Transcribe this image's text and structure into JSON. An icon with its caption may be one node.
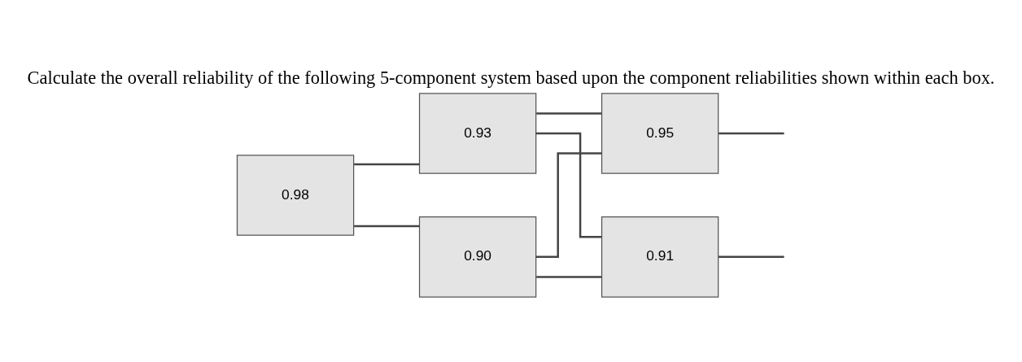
{
  "diagram": {
    "title": "Calculate the overall reliability of the following 5-component system based upon the component reliabilities shown within each box.",
    "nodes": [
      {
        "text": [
          "0.98"
        ]
      },
      {
        "text": [
          "0.93"
        ]
      },
      {
        "text": [
          "0.90"
        ]
      },
      {
        "text": [
          "0.95"
        ]
      },
      {
        "text": [
          "0.91"
        ]
      }
    ],
    "edges": [
      {
        "from": 0,
        "to": 1,
        "arrow": "none"
      },
      {
        "from": 0,
        "to": 2,
        "arrow": "none"
      },
      {
        "from": 1,
        "to": 3,
        "arrow": "none"
      },
      {
        "from": 1,
        "to": 4,
        "arrow": "none"
      },
      {
        "from": 2,
        "to": 3,
        "arrow": "none"
      },
      {
        "from": 2,
        "to": 4,
        "arrow": "none"
      },
      {
        "from": 3,
        "to": null,
        "arrow": "none"
      },
      {
        "from": 4,
        "to": null,
        "arrow": "none"
      }
    ]
  }
}
